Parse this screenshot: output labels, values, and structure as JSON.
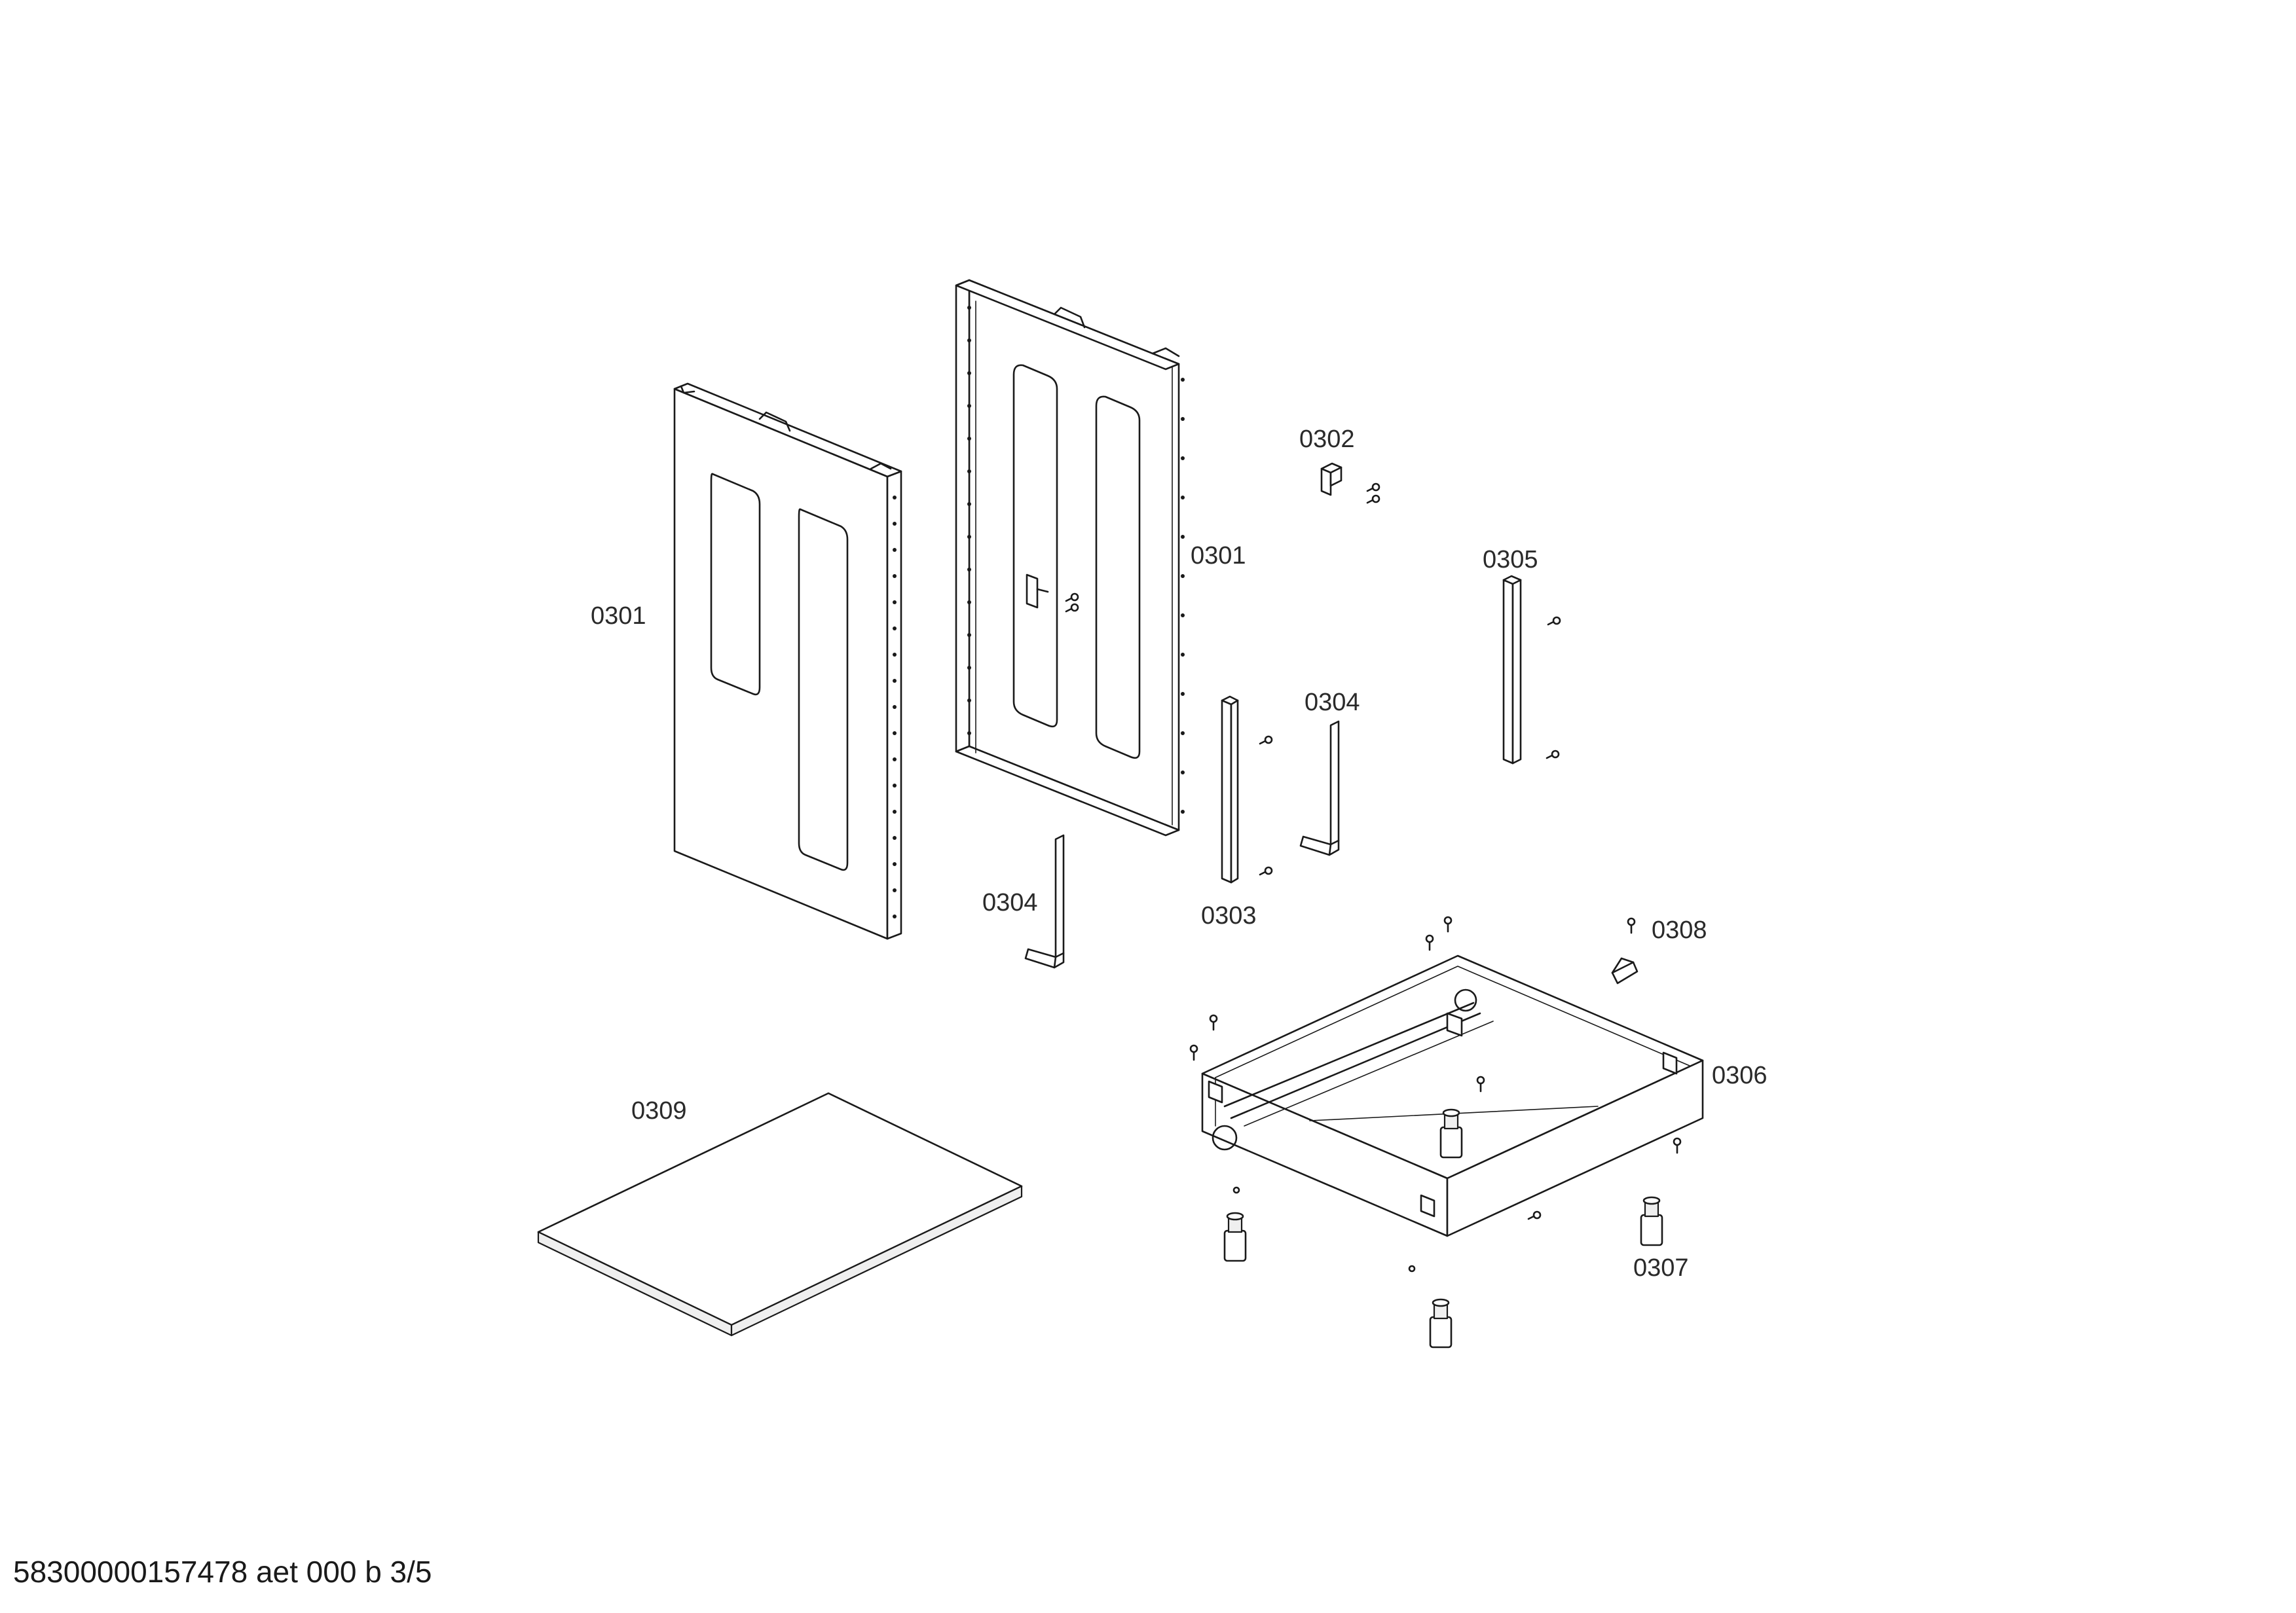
{
  "callouts": {
    "side_panel_left": "0301",
    "side_panel_right": "0301",
    "bracket": "0302",
    "profile": "0303",
    "angle_left": "0304",
    "angle_right": "0304",
    "rail": "0305",
    "base_frame": "0306",
    "feet": "0307",
    "clip": "0308",
    "cover_plate": "0309"
  },
  "footer": {
    "document_id": "58300000157478 aet 000 b 3/5"
  }
}
